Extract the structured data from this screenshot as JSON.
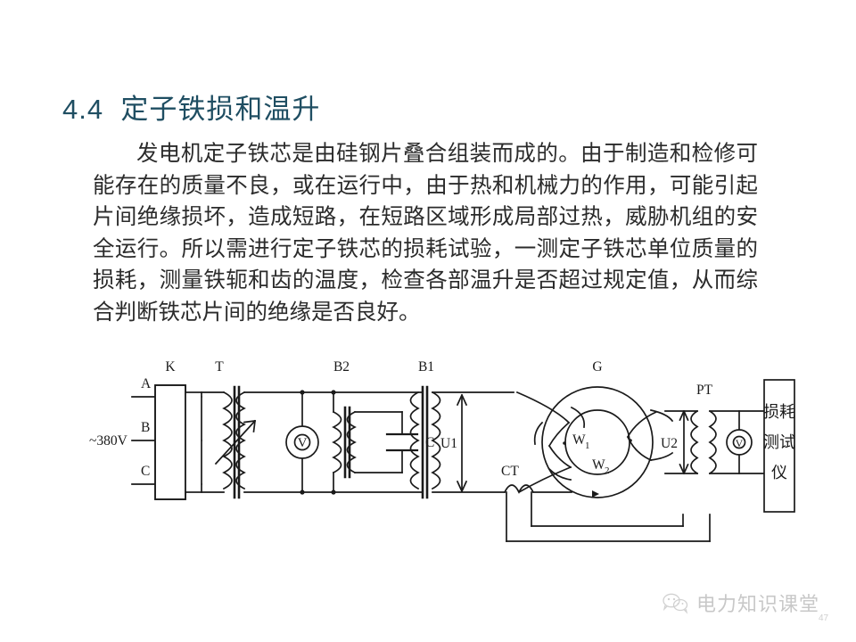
{
  "slide": {
    "title": "4.4  定子铁损和温升",
    "title_color": "#1f4e62",
    "body": "发电机定子铁芯是由硅钢片叠合组装而成的。由于制造和检修可能存在的质量不良，或在运行中，由于热和机械力的作用，可能引起片间绝缘损坏，造成短路，在短路区域形成局部过热，威胁机组的安全运行。所以需进行定子铁芯的损耗试验，一测定子铁芯单位质量的损耗，测量铁轭和齿的温度，检查各部温升是否超过规定值，从而综合判断铁芯片间的绝缘是否良好。",
    "page_number": "47"
  },
  "diagram": {
    "name": "stator-core-loss-test-circuit",
    "labels": {
      "supply": "~380V",
      "phase_a": "A",
      "phase_b": "B",
      "phase_c": "C",
      "switch": "K",
      "variac": "T",
      "transformer_b2": "B2",
      "transformer_b1": "B1",
      "capacitor": "C",
      "voltmeter_left": "V",
      "voltmeter_right": "V",
      "primary_voltage": "U1",
      "secondary_voltage": "U2",
      "current_transformer": "CT",
      "potential_transformer": "PT",
      "generator": "G",
      "winding_1": "W",
      "winding_1_sub": "1",
      "winding_2": "W",
      "winding_2_sub": "2",
      "instrument_line_1": "损耗",
      "instrument_line_2": "测试",
      "instrument_line_3": "仪"
    },
    "stroke_color": "#1a1a1a"
  },
  "watermark": {
    "icon": "wechat-icon",
    "text": "电力知识课堂",
    "color": "#a8a8a8"
  }
}
